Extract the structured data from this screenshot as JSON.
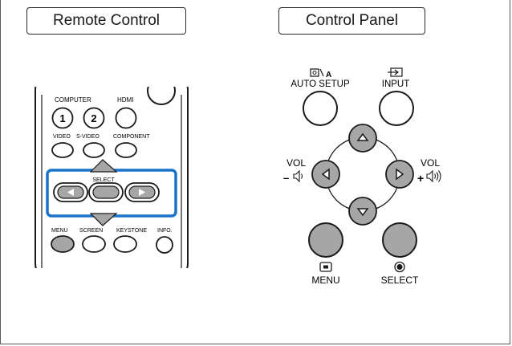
{
  "remote_section": {
    "title": "Remote Control",
    "labels": {
      "computer": "COMPUTER",
      "hdmi": "HDMI",
      "video": "VIDEO",
      "svideo": "S-VIDEO",
      "component": "COMPONENT",
      "select": "SELECT",
      "menu": "MENU",
      "screen": "SCREEN",
      "keystone": "KEYSTONE",
      "info": "INFO."
    },
    "key_numbers": {
      "computer_1": "1",
      "computer_2": "2"
    },
    "highlight_color": "#1a73c9"
  },
  "panel_section": {
    "title": "Control Panel",
    "auto_setup_label": "AUTO SETUP",
    "auto_setup_badge": "A",
    "input_label": "INPUT",
    "vol_minus_label": "VOL",
    "vol_minus_sign": "–",
    "vol_plus_label": "VOL",
    "vol_plus_sign": "+",
    "menu_label": "MENU",
    "select_label": "SELECT"
  },
  "colors": {
    "button_gray": "#a6a6a6",
    "stroke": "#1a1a1a",
    "highlight": "#1a73c9"
  },
  "icons": [
    "auto-setup-icon",
    "input-icon",
    "speaker-low-icon",
    "speaker-high-icon",
    "menu-icon",
    "select-dot-icon",
    "arrow-up-icon",
    "arrow-down-icon",
    "arrow-left-icon",
    "arrow-right-icon"
  ]
}
